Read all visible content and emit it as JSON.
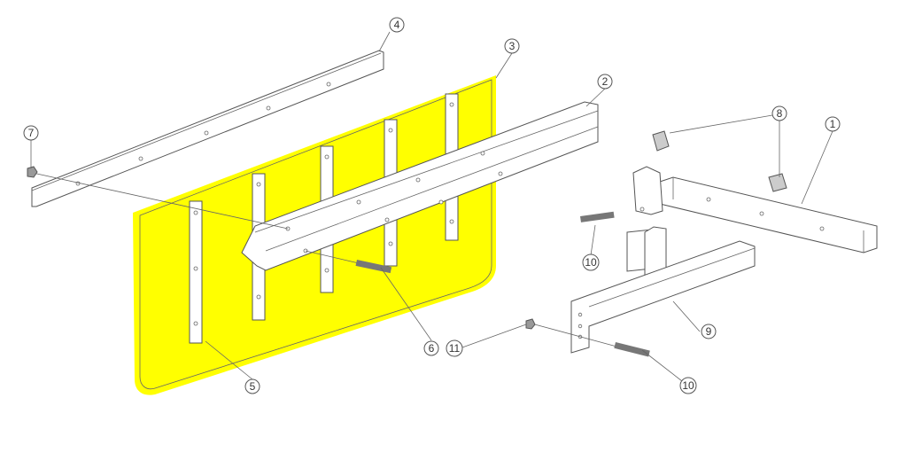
{
  "diagram": {
    "highlight_color": "#ffff00",
    "line_color": "#555555",
    "callouts": [
      {
        "id": "callout-1",
        "label": "1"
      },
      {
        "id": "callout-2",
        "label": "2"
      },
      {
        "id": "callout-3",
        "label": "3"
      },
      {
        "id": "callout-4",
        "label": "4"
      },
      {
        "id": "callout-5",
        "label": "5"
      },
      {
        "id": "callout-6",
        "label": "6"
      },
      {
        "id": "callout-7",
        "label": "7"
      },
      {
        "id": "callout-8",
        "label": "8"
      },
      {
        "id": "callout-9",
        "label": "9"
      },
      {
        "id": "callout-10a",
        "label": "10"
      },
      {
        "id": "callout-10b",
        "label": "10"
      },
      {
        "id": "callout-11",
        "label": "11"
      }
    ]
  }
}
